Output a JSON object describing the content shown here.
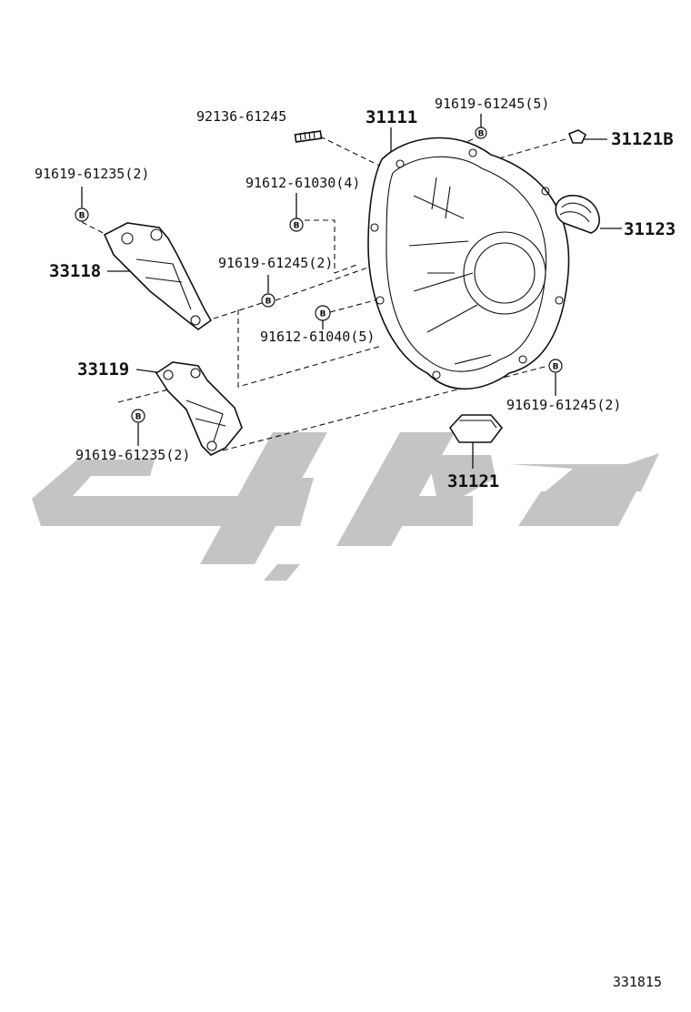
{
  "diagram": {
    "code": "331815",
    "labels": {
      "p92136_61245": "92136-61245",
      "p31111": "31111",
      "p91619_61245_5": "91619-61245(5)",
      "p31121B": "31121B",
      "p91619_61235_2_top": "91619-61235(2)",
      "p91612_61030_4": "91612-61030(4)",
      "p31123": "31123",
      "p33118": "33118",
      "p91619_61245_2_mid": "91619-61245(2)",
      "p91612_61040_5": "91612-61040(5)",
      "p33119": "33119",
      "p91619_61245_2_right": "91619-61245(2)",
      "p91619_61235_2_bottom": "91619-61235(2)",
      "p31121": "31121"
    },
    "bolt_mark": "B"
  }
}
